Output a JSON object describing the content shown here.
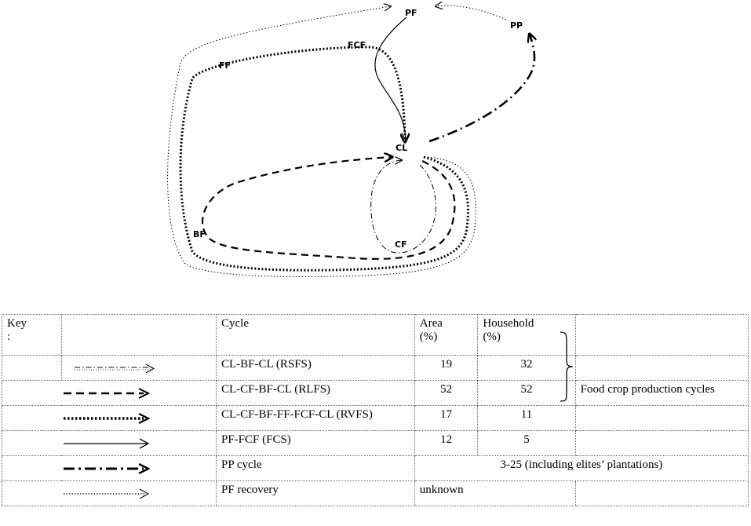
{
  "nodes": {
    "pf": "PF",
    "pp": "PP",
    "fcf": "FCF",
    "ff": "FF",
    "cl": "CL",
    "bf": "BF",
    "cf": "CF"
  },
  "key": {
    "header": {
      "key": "Key",
      "colon": ":",
      "cycle": "Cycle",
      "area": "Area",
      "area_unit": "(%)",
      "household": "Household",
      "household_unit": "(%)"
    },
    "brace_note": "Food crop production cycles",
    "rows": [
      {
        "cycle": "CL-BF-CL (RSFS)",
        "area": "19",
        "household": "32",
        "line_style": "dash-dot-double"
      },
      {
        "cycle": "CL-CF-BF-CL (RLFS)",
        "area": "52",
        "household": "52",
        "line_style": "dashed-bold"
      },
      {
        "cycle": "CL-CF-BF-FF-FCF-CL (RVFS)",
        "area": "17",
        "household": "11",
        "line_style": "dotted-bold"
      },
      {
        "cycle": "PF-FCF (FCS)",
        "area": "12",
        "household": "5",
        "line_style": "solid"
      },
      {
        "cycle": "PP cycle",
        "combined": "3-25 (including elites’ plantations)",
        "line_style": "dash-dot-heavy"
      },
      {
        "cycle": "PF recovery",
        "area": "unknown",
        "line_style": "fine-dotted"
      }
    ]
  }
}
